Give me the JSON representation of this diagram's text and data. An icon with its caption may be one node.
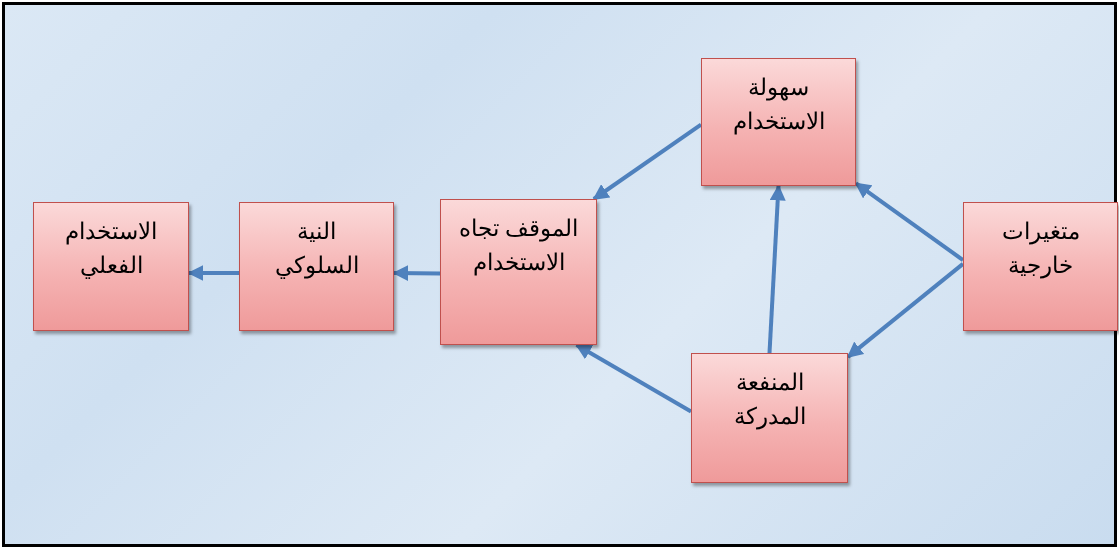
{
  "diagram": {
    "nodes": [
      {
        "text": [
          "سهولة الاستخدام"
        ]
      },
      {
        "text": [
          "متغيرات خارجية"
        ]
      },
      {
        "text": [
          "الموقف تجاه الاستخدام"
        ]
      },
      {
        "text": [
          "النية السلوكي"
        ]
      },
      {
        "text": [
          "الاستخدام الفعلي"
        ]
      },
      {
        "text": [
          "المنفعة المدركة"
        ]
      }
    ],
    "edges": [
      {
        "from": 1,
        "to": 0,
        "arrow": "to"
      },
      {
        "from": 1,
        "to": 5,
        "arrow": "to"
      },
      {
        "from": 5,
        "to": 0,
        "arrow": "to"
      },
      {
        "from": 0,
        "to": 2,
        "arrow": "to"
      },
      {
        "from": 5,
        "to": 2,
        "arrow": "to"
      },
      {
        "from": 2,
        "to": 3,
        "arrow": "to"
      },
      {
        "from": 3,
        "to": 4,
        "arrow": "to"
      }
    ]
  }
}
